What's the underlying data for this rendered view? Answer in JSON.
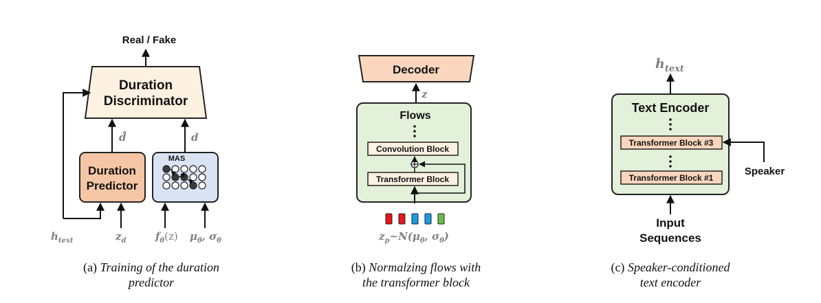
{
  "panel_a": {
    "output_label": "Real / Fake",
    "discriminator_line1": "Duration",
    "discriminator_line2": "Discriminator",
    "predictor_line1": "Duration",
    "predictor_line2": "Predictor",
    "mas_label": "MAS",
    "d_hat": "d̂",
    "d": "d",
    "h_text": "h",
    "h_text_sub": "text",
    "z_d": "z",
    "z_d_sub": "d",
    "f_theta": "f",
    "f_theta_sub": "θ",
    "f_theta_arg": "(z)",
    "mu_sigma": "μ",
    "mu_sub": "θ",
    "mu_sigma_mid": ", σ",
    "sigma_sub": "θ",
    "caption_prefix": "(a) ",
    "caption_line1": "Training of the duration",
    "caption_line2": "predictor"
  },
  "panel_b": {
    "decoder_label": "Decoder",
    "z_label": "z",
    "flows_label": "Flows",
    "conv_block": "Convolution Block",
    "transformer_block": "Transformer Block",
    "oplus": "⊕",
    "zp_label": "z",
    "zp_sub": "p",
    "zp_rest": "~N(μ",
    "zp_mu_sub": "θ",
    "zp_mid": ", σ",
    "zp_sigma_sub": "θ",
    "zp_close": ")",
    "caption_prefix": "(b) ",
    "caption_line1": "Normalzing flows with",
    "caption_line2": "the transformer block",
    "token_colors": [
      "#e8141b",
      "#e8141b",
      "#1d9be0",
      "#1d9be0",
      "#6abd45"
    ]
  },
  "panel_c": {
    "output": "h",
    "output_sub": "text",
    "encoder_label": "Text Encoder",
    "block_top": "Transformer Block #3",
    "block_bottom": "Transformer Block #1",
    "speaker": "Speaker",
    "input_line1": "Input",
    "input_line2": "Sequences",
    "caption_prefix": "(c) ",
    "caption_line1": "Speaker-conditioned",
    "caption_line2": "text encoder"
  }
}
